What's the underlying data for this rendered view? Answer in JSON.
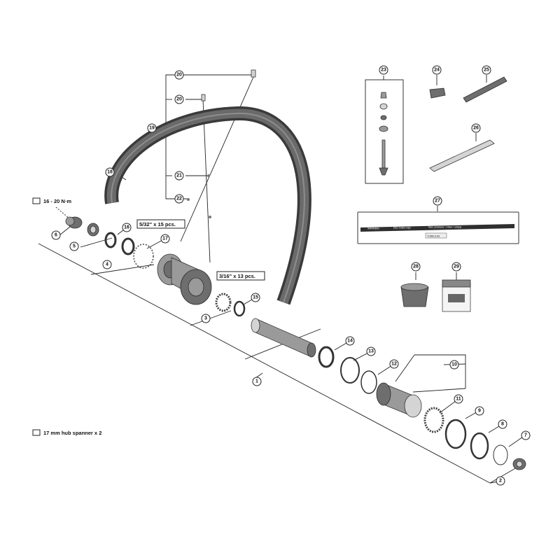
{
  "callouts": {
    "c1": "1",
    "c2": "2",
    "c3": "3",
    "c4": "4",
    "c5": "5",
    "c6": "6",
    "c7": "7",
    "c8": "8",
    "c9": "9",
    "c10": "10",
    "c11": "11",
    "c12": "12",
    "c13": "13",
    "c14": "14",
    "c15": "15",
    "c16": "16",
    "c17": "17",
    "c18": "18",
    "c19": "19",
    "c20a": "20",
    "c20b": "20",
    "c21": "21",
    "c22": "22",
    "c23": "23",
    "c24": "24",
    "c25": "25",
    "c26": "26",
    "c27": "27",
    "c28": "28",
    "c29": "29"
  },
  "notes": {
    "torque": "16 - 20 N·m",
    "balls_large": "5/32\" x 15 pcs.",
    "balls_small": "3/16\" x 13 pcs.",
    "spanner": "17 mm hub spanner x 2"
  },
  "tape_labels": {
    "warning": "WARNING",
    "brake": "Disc brake only!",
    "pressure": "Max. pressure: 7.0bar / 100psi",
    "tubeless": "TUBELESS",
    "tubeless_sub": "MILK"
  }
}
